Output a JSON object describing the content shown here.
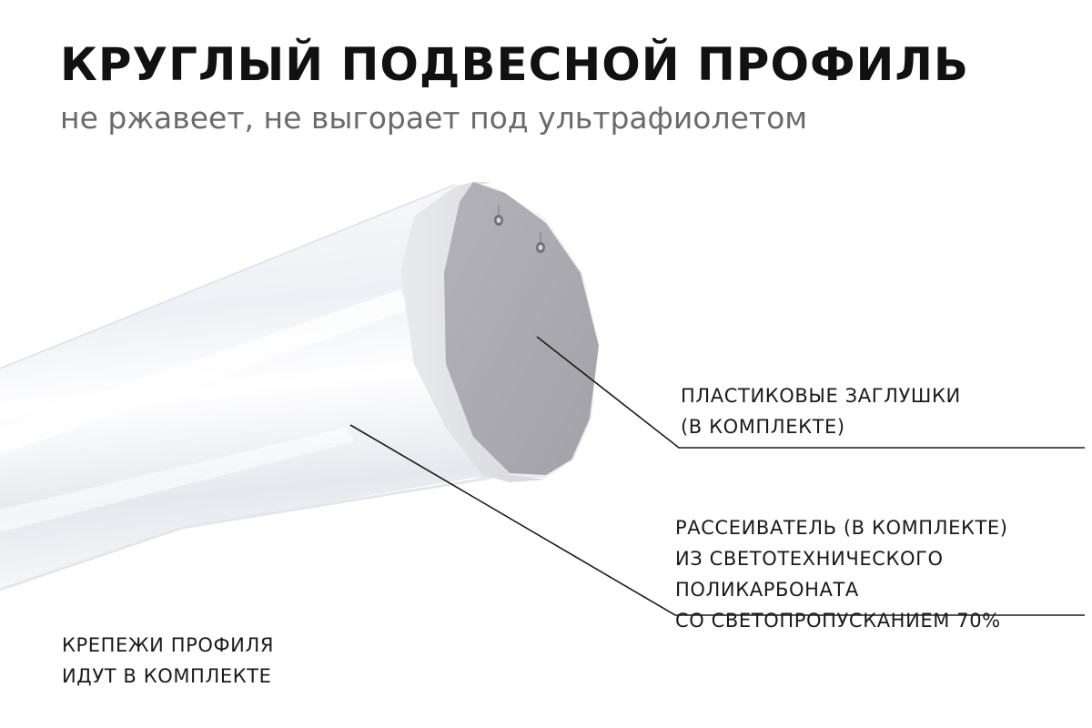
{
  "header": {
    "title": "КРУГЛЫЙ ПОДВЕСНОЙ ПРОФИЛЬ",
    "subtitle": "не ржавеет, не выгорает под ультрафиолетом"
  },
  "callouts": {
    "plugs": {
      "lines": [
        "ПЛАСТИКОВЫЕ ЗАГЛУШКИ",
        "(В КОМПЛЕКТЕ)"
      ]
    },
    "diffuser": {
      "lines": [
        "РАССЕИВАТЕЛЬ (В КОМПЛЕКТЕ)",
        "ИЗ СВЕТОТЕХНИЧЕСКОГО",
        "ПОЛИКАРБОНАТА",
        "СО СВЕТОПРОПУСКАНИЕМ 70%"
      ]
    },
    "mounts": {
      "lines": [
        "КРЕПЕЖИ ПРОФИЛЯ",
        "ИДУТ В КОМПЛЕКТЕ"
      ]
    }
  },
  "colors": {
    "end_cap": "#a9a8ae",
    "tube_body": "#f1f2f6",
    "leader_line": "#1a1a1a"
  }
}
